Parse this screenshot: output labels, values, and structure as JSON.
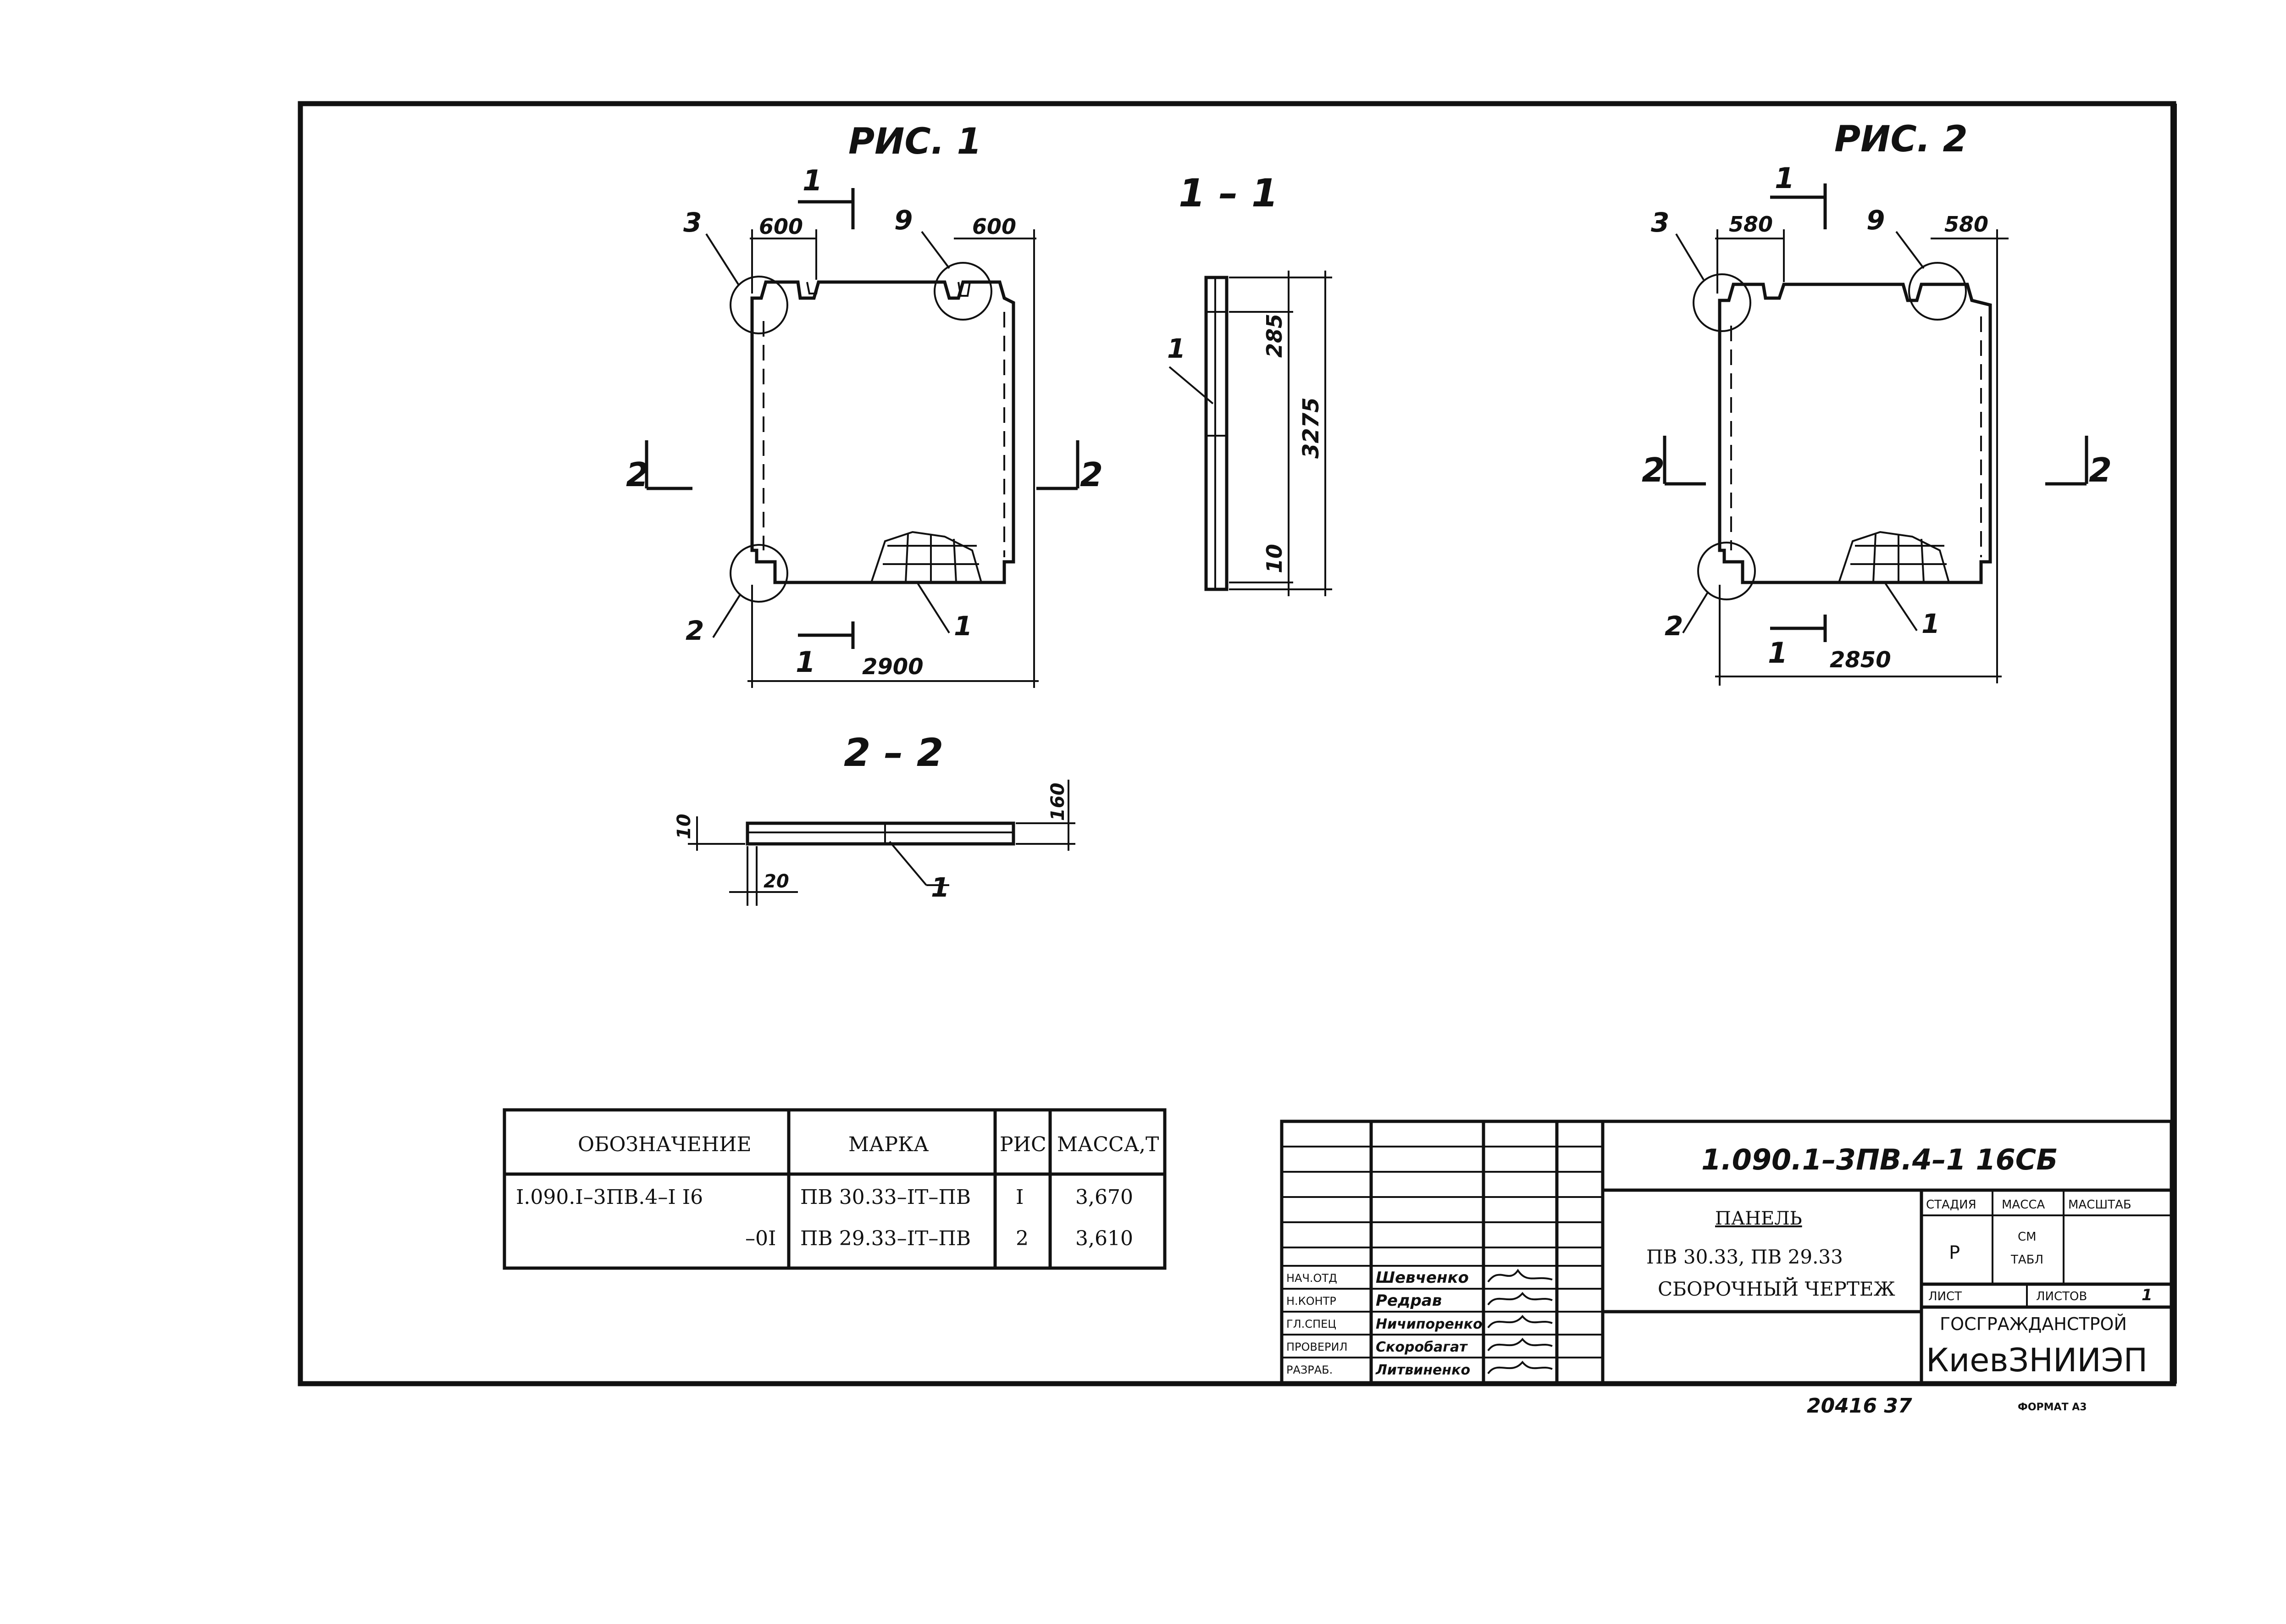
{
  "figure1": {
    "title": "РИС. 1",
    "section_mark": "1",
    "side_mark_left": "2",
    "side_mark_right": "2",
    "dim_left_top": "600",
    "dim_right_top": "600",
    "dim_bottom": "2900",
    "callout_3": "3",
    "callout_9": "9",
    "callout_2": "2",
    "callout_1": "1"
  },
  "figure2": {
    "title": "РИС. 2",
    "section_mark": "1",
    "side_mark_left": "2",
    "side_mark_right": "2",
    "dim_left_top": "580",
    "dim_right_top": "580",
    "dim_bottom": "2850",
    "callout_3": "3",
    "callout_9": "9",
    "callout_2": "2",
    "callout_1": "1"
  },
  "section_1_1": {
    "title": "1 – 1",
    "dim_top": "285",
    "dim_total": "3275",
    "dim_bottom": "10",
    "callout_1": "1"
  },
  "section_2_2": {
    "title": "2 – 2",
    "dim_left": "10",
    "dim_right": "160",
    "dim_bottom": "20",
    "callout_1": "1"
  },
  "spec_table": {
    "headers": [
      "ОБОЗНАЧЕНИЕ",
      "МАРКА",
      "РИС",
      "МАССА,Т"
    ],
    "rows": [
      [
        "I.090.I–3ПВ.4–I I6",
        "ПВ 30.33–IТ–ПВ",
        "I",
        "3,670"
      ],
      [
        "–0I",
        "ПВ 29.33–IТ–ПВ",
        "2",
        "3,610"
      ]
    ]
  },
  "title_block": {
    "doc_code": "1.090.1–3ПВ.4–1   16СБ",
    "name_line1": "ПАНЕЛЬ",
    "name_line2": "ПВ 30.33, ПВ 29.33",
    "name_line3": "СБОРОЧНЫЙ ЧЕРТЕЖ",
    "stage_label": "СТАДИЯ",
    "mass_label": "МАССА",
    "scale_label": "МАСШТАБ",
    "stage_value": "Р",
    "mass_value_1": "СМ",
    "mass_value_2": "ТАБЛ",
    "sheet_label": "ЛИСТ",
    "sheets_label": "ЛИСТОВ",
    "sheets_value": "1",
    "org_line1": "ГОСГРАЖДАНСТРОЙ",
    "org_line2": "КиевЗНИИЭП",
    "signatures": [
      {
        "role": "НАЧ.ОТД",
        "name": "Шевченко"
      },
      {
        "role": "Н.КОНТР",
        "name": "Редрав"
      },
      {
        "role": "ГЛ.СПЕЦ",
        "name": "Ничипоренко"
      },
      {
        "role": "ПРОВЕРИЛ",
        "name": "Скоробагат"
      },
      {
        "role": "РАЗРАБ.",
        "name": "Литвиненко"
      }
    ]
  },
  "footer": {
    "number": "20416   37",
    "format": "ФОРМАТ А3"
  }
}
